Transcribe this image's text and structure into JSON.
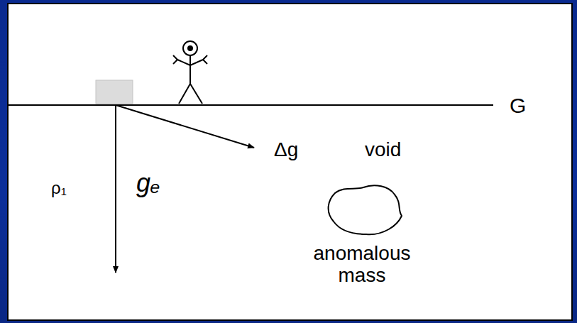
{
  "diagram": {
    "labels": [
      "G",
      "ρ₁",
      "gₑ",
      "Δg",
      "void",
      "anomalous mass"
    ]
  }
}
